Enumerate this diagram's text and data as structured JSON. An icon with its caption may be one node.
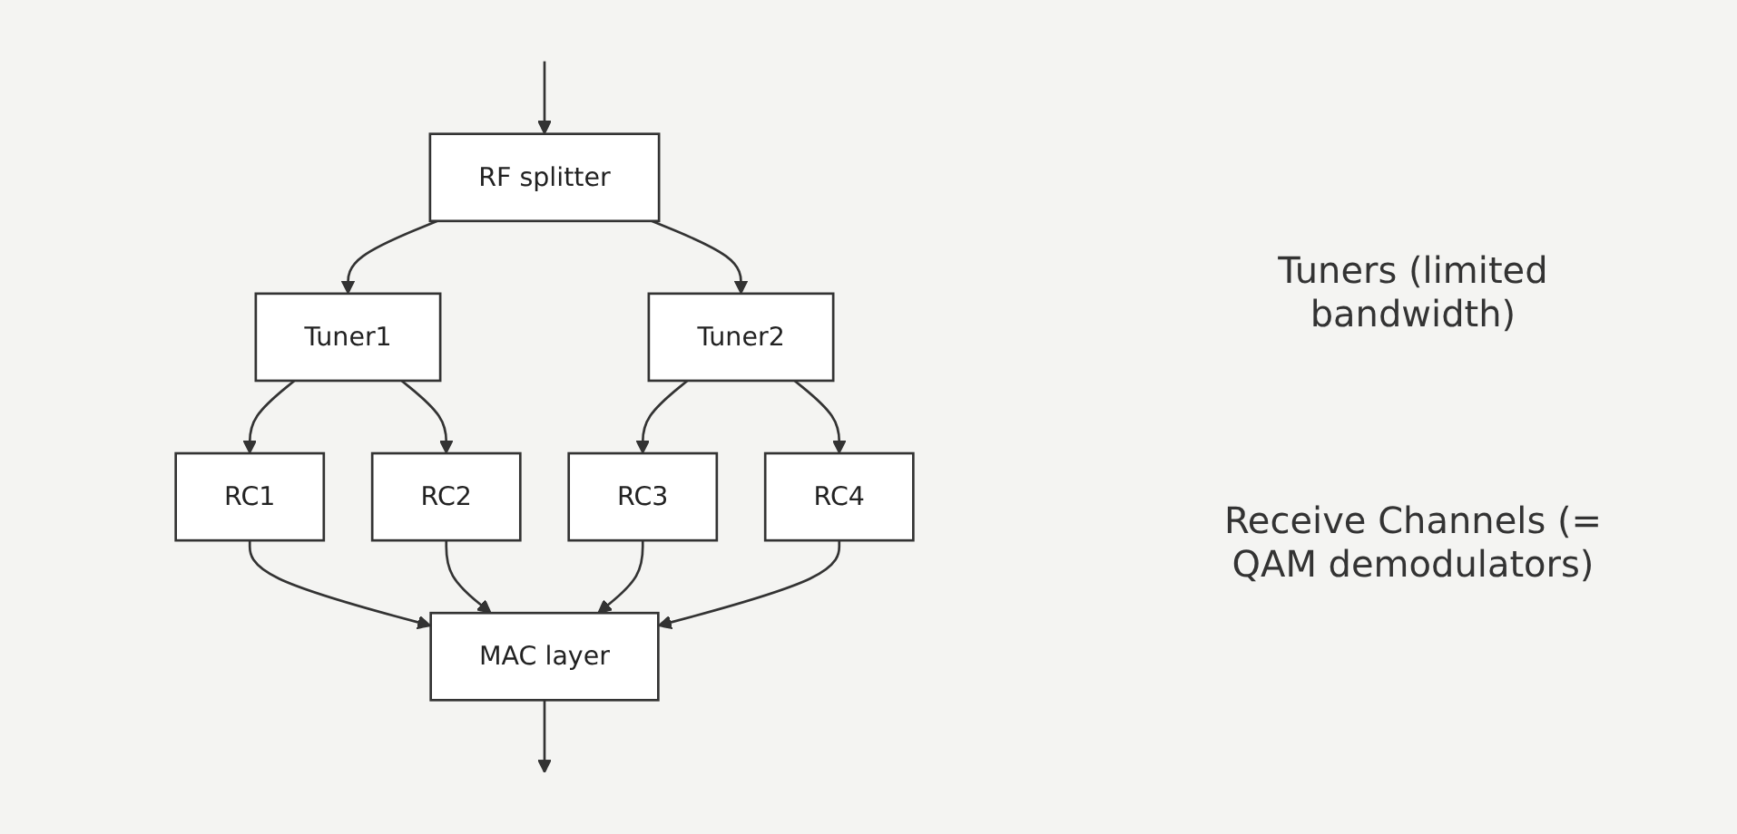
{
  "diagram": {
    "nodes": [
      {
        "text": [
          "RF splitter"
        ]
      },
      {
        "text": [
          "Tuner1"
        ]
      },
      {
        "text": [
          "Tuner2"
        ]
      },
      {
        "text": [
          "RC1"
        ]
      },
      {
        "text": [
          "RC2"
        ]
      },
      {
        "text": [
          "RC3"
        ]
      },
      {
        "text": [
          "RC4"
        ]
      },
      {
        "text": [
          "MAC layer"
        ]
      }
    ],
    "edges": [
      {
        "from": null,
        "to": 0,
        "arrow": "to"
      },
      {
        "from": 0,
        "to": 1,
        "arrow": "to"
      },
      {
        "from": 0,
        "to": 2,
        "arrow": "to"
      },
      {
        "from": 1,
        "to": 3,
        "arrow": "to"
      },
      {
        "from": 1,
        "to": 4,
        "arrow": "to"
      },
      {
        "from": 2,
        "to": 5,
        "arrow": "to"
      },
      {
        "from": 2,
        "to": 6,
        "arrow": "to"
      },
      {
        "from": 3,
        "to": 7,
        "arrow": "to"
      },
      {
        "from": 4,
        "to": 7,
        "arrow": "to"
      },
      {
        "from": 5,
        "to": 7,
        "arrow": "to"
      },
      {
        "from": 6,
        "to": 7,
        "arrow": "to"
      },
      {
        "from": 7,
        "to": null,
        "arrow": "to"
      }
    ],
    "labels": [
      "Tuners (limited bandwidth)",
      "Receive Channels (= QAM demodulators)"
    ]
  }
}
